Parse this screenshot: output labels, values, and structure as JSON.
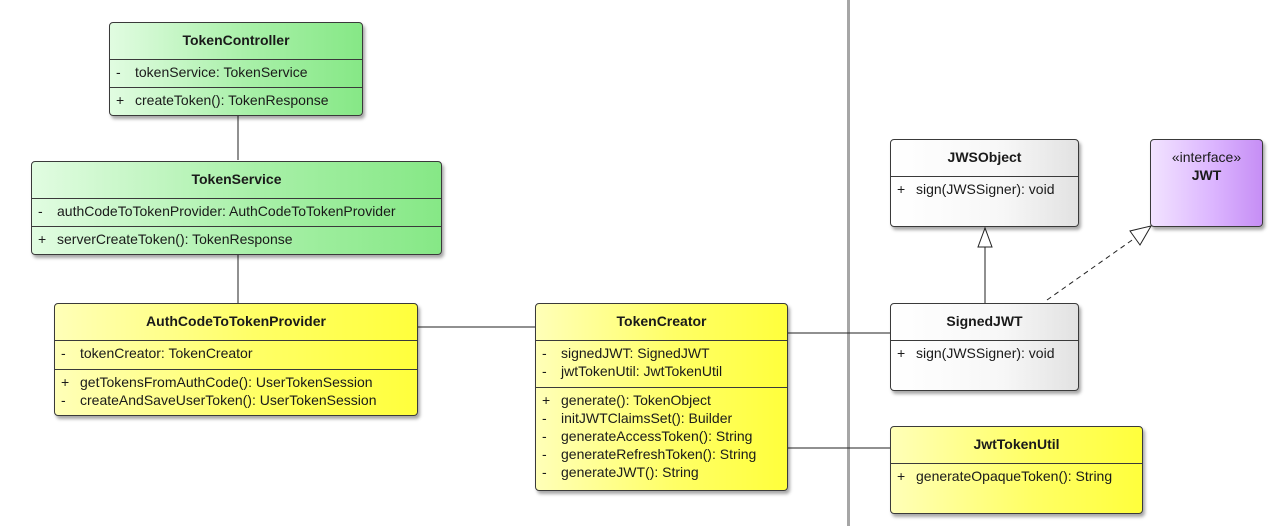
{
  "classes": {
    "token_controller": {
      "name": "TokenController",
      "attributes": [
        {
          "vis": "-",
          "text": "tokenService: TokenService"
        }
      ],
      "operations": [
        {
          "vis": "+",
          "text": "createToken(): TokenResponse"
        }
      ]
    },
    "token_service": {
      "name": "TokenService",
      "attributes": [
        {
          "vis": "-",
          "text": "authCodeToTokenProvider: AuthCodeToTokenProvider"
        }
      ],
      "operations": [
        {
          "vis": "+",
          "text": "serverCreateToken(): TokenResponse"
        }
      ]
    },
    "auth_code_provider": {
      "name": "AuthCodeToTokenProvider",
      "attributes": [
        {
          "vis": "-",
          "text": "tokenCreator: TokenCreator"
        }
      ],
      "operations": [
        {
          "vis": "+",
          "text": "getTokensFromAuthCode(): UserTokenSession"
        },
        {
          "vis": "-",
          "text": "createAndSaveUserToken(): UserTokenSession"
        }
      ]
    },
    "token_creator": {
      "name": "TokenCreator",
      "attributes": [
        {
          "vis": "-",
          "text": "signedJWT: SignedJWT"
        },
        {
          "vis": "-",
          "text": "jwtTokenUtil: JwtTokenUtil"
        }
      ],
      "operations": [
        {
          "vis": "+",
          "text": "generate(): TokenObject"
        },
        {
          "vis": "-",
          "text": "initJWTClaimsSet(): Builder"
        },
        {
          "vis": "-",
          "text": "generateAccessToken(): String"
        },
        {
          "vis": "-",
          "text": "generateRefreshToken(): String"
        },
        {
          "vis": "-",
          "text": "generateJWT(): String"
        }
      ]
    },
    "jws_object": {
      "name": "JWSObject",
      "operations": [
        {
          "vis": "+",
          "text": "sign(JWSSigner): void"
        }
      ]
    },
    "jwt": {
      "stereotype": "«interface»",
      "name": "JWT"
    },
    "signed_jwt": {
      "name": "SignedJWT",
      "operations": [
        {
          "vis": "+",
          "text": "sign(JWSSigner): void"
        }
      ]
    },
    "jwt_token_util": {
      "name": "JwtTokenUtil",
      "operations": [
        {
          "vis": "+",
          "text": "generateOpaqueToken(): String"
        }
      ]
    }
  },
  "colors": {
    "divider": "#a6a6a6",
    "class_border": "#3a3a3a",
    "green_fill": "#a8f0a8",
    "yellow_fill": "#ffff66",
    "white_fill": "#f7f7f7",
    "purple_fill": "#dcb6ff"
  }
}
